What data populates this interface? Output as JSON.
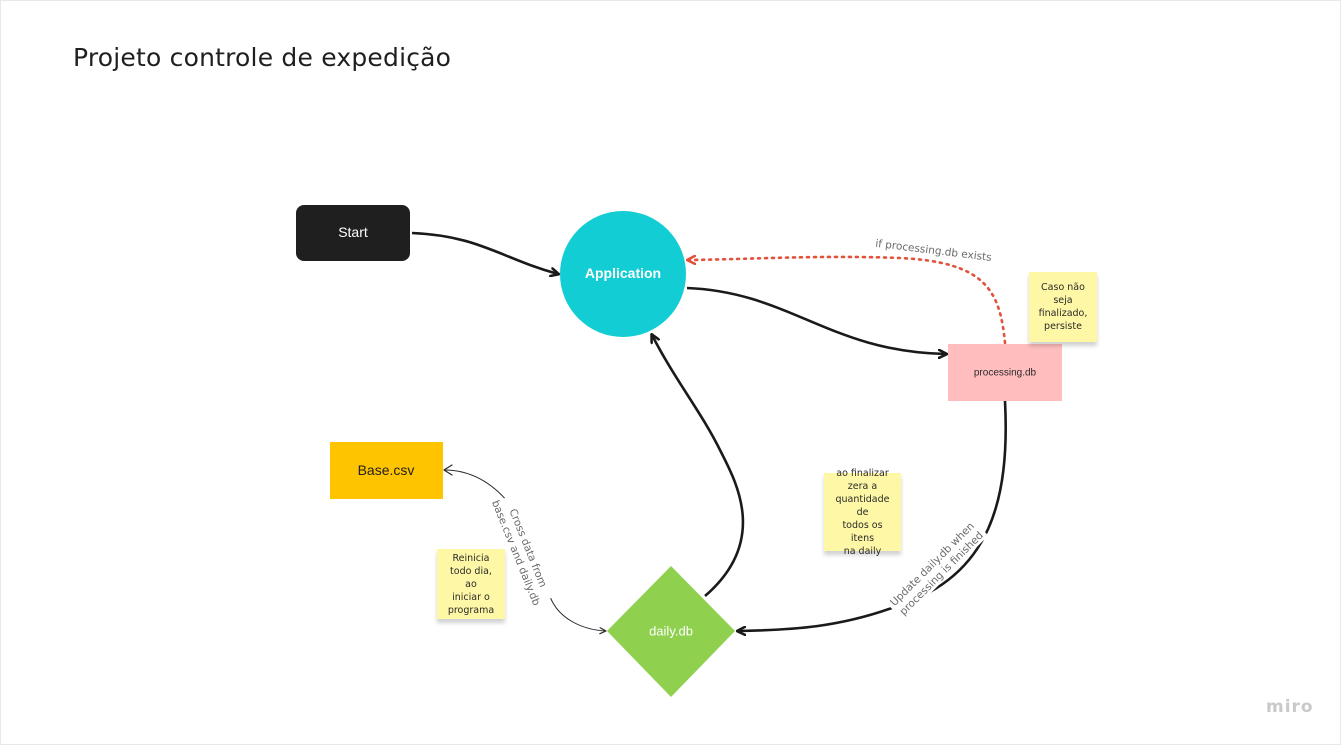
{
  "title": "Projeto controle de expedição",
  "nodes": {
    "start": "Start",
    "application": "Application",
    "processing": "processing.db",
    "base": "Base.csv",
    "daily": "daily.db"
  },
  "edges": {
    "if_processing": "if processing.db exists",
    "update_daily_line1": "Update daily.db when",
    "update_daily_line2": "processing is finished",
    "cross_data_line1": "Cross data from",
    "cross_data_line2": "base.csv and daily.db"
  },
  "notes": {
    "caso": "Caso não\nseja\nfinalizado,\npersiste",
    "finalizar": "ao finalizar\nzera a\nquantidade de\ntodos os itens\nna daily",
    "reinicia": "Reinicia\ntodo dia, ao\niniciar o\nprograma"
  },
  "branding": "miro",
  "colors": {
    "start": "#1f1f1f",
    "application": "#12cdd4",
    "processing": "#ffbdbd",
    "base": "#ffc400",
    "daily": "#8fd14f",
    "sticky": "#fef8a6",
    "dotted_arrow": "#e2513a",
    "arrow": "#1a1a1a"
  }
}
